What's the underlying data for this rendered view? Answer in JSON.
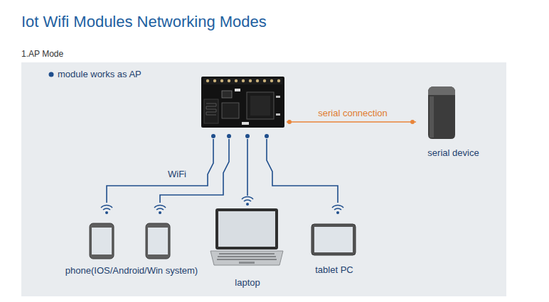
{
  "diagram": {
    "title": "Iot Wifi Modules Networking Modes",
    "nodes": [
      {
        "text": []
      },
      {
        "text": [
          "phone(IOS/Android/Win system)"
        ]
      },
      {
        "text": [
          "laptop"
        ]
      },
      {
        "text": [
          "tablet PC"
        ]
      },
      {
        "text": [
          "serial device"
        ]
      }
    ],
    "edges": [
      {
        "from": 0,
        "to": 1,
        "arrow": "none",
        "label": "WiFi"
      },
      {
        "from": 0,
        "to": 1,
        "arrow": "none"
      },
      {
        "from": 0,
        "to": 2,
        "arrow": "none"
      },
      {
        "from": 0,
        "to": 3,
        "arrow": "none"
      },
      {
        "from": 0,
        "to": 4,
        "arrow": "none",
        "label": "serial connection"
      }
    ],
    "labels": [
      "1.AP Mode",
      "module works as AP"
    ]
  }
}
